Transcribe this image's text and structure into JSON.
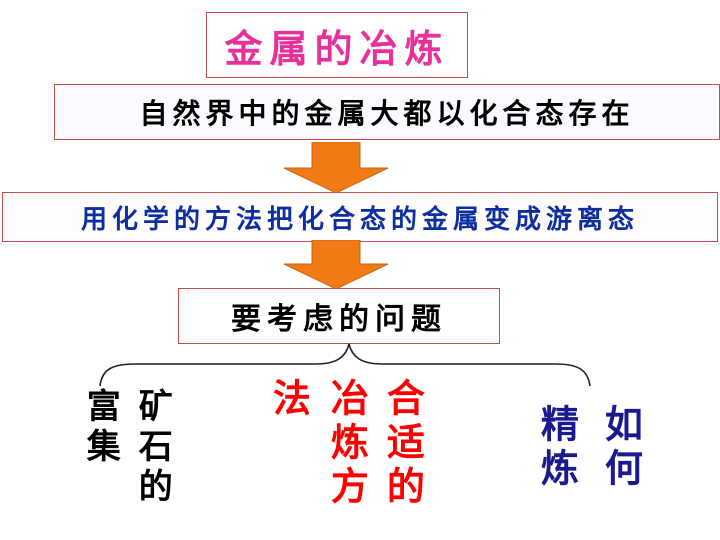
{
  "title": "金属的冶炼",
  "line1": "自然界中的金属大都以化合态存在",
  "line2": "用化学的方法把化合态的金属变成游离态",
  "line3": "要考虑的问题",
  "columns": {
    "left_a": "富集",
    "left_b": "矿石的",
    "mid_a": "法",
    "mid_b": "冶炼方",
    "mid_c": "合适的",
    "right_a": "精炼",
    "right_b": "如何"
  },
  "colors": {
    "title": "#e8309a",
    "box_border": "#c0504d",
    "arrow": "#f07a14",
    "line2": "#0d2ea0",
    "middle_column": "#ff0000",
    "right_column": "#1a1a8e"
  }
}
